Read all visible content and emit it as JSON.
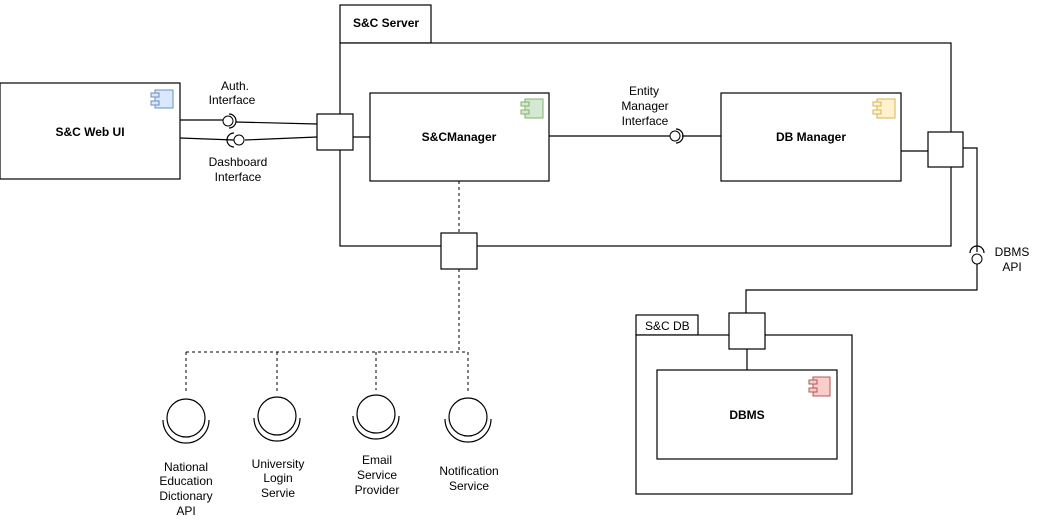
{
  "components": {
    "web_ui": "S&C Web UI",
    "server": "S&C Server",
    "manager": "S&CManager",
    "db_manager": "DB Manager",
    "db": "S&C DB",
    "dbms": "DBMS"
  },
  "interfaces": {
    "auth": [
      "Auth.",
      "Interface"
    ],
    "dashboard": [
      "Dashboard",
      "Interface"
    ],
    "entity_manager": [
      "Entity",
      "Manager",
      "Interface"
    ],
    "dbms_api": [
      "DBMS",
      "API"
    ]
  },
  "external_services": [
    {
      "lines": [
        "National",
        "Education",
        "Dictionary",
        "API"
      ]
    },
    {
      "lines": [
        "University",
        "Login",
        "Servie"
      ]
    },
    {
      "lines": [
        "Email",
        "Service",
        "Provider"
      ]
    },
    {
      "lines": [
        "Notification",
        "Service"
      ]
    }
  ],
  "colors": {
    "web_ui_icon": "#dae8fc",
    "web_ui_icon_stroke": "#6c8ebf",
    "manager_icon": "#d5e8d4",
    "manager_icon_stroke": "#82b366",
    "db_manager_icon": "#fff2cc",
    "db_manager_icon_stroke": "#d6b656",
    "dbms_icon": "#f8cecc",
    "dbms_icon_stroke": "#b85450"
  }
}
